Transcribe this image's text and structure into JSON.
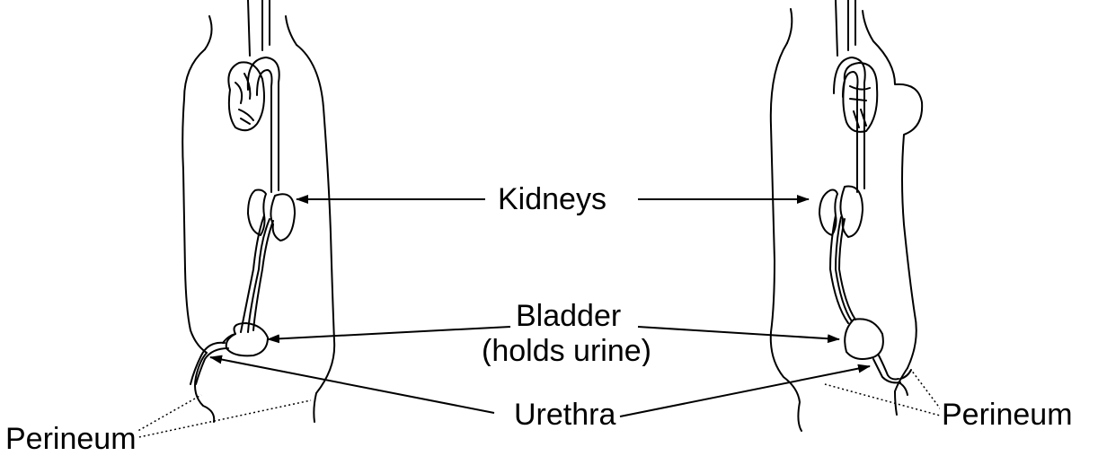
{
  "labels": {
    "kidneys": "Kidneys",
    "bladder": "Bladder",
    "bladder_note": "(holds urine)",
    "urethra": "Urethra",
    "perineum_left": "Perineum",
    "perineum_right": "Perineum"
  },
  "colors": {
    "ink": "#000000",
    "background": "#ffffff"
  }
}
